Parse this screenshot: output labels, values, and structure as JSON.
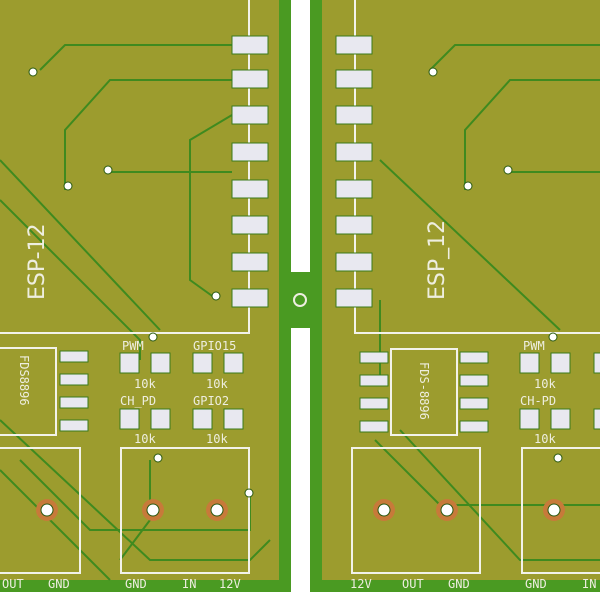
{
  "colors": {
    "board_edge": "#4a9a22",
    "copper_fill": "#9c9c2e",
    "silkscreen": "#f2f2ea",
    "pad": "#e8e8f0",
    "copper_ring": "#c77a3a"
  },
  "left_board": {
    "module_label": "ESP-12",
    "chip_label": "FDS8896",
    "resistors": [
      {
        "name": "PWM",
        "value": "10k"
      },
      {
        "name": "GPIO15",
        "value": "10k"
      },
      {
        "name": "CH_PD",
        "value": "10k"
      },
      {
        "name": "GPIO2",
        "value": "10k"
      }
    ],
    "terminals": [
      "OUT",
      "GND",
      "GND",
      "IN",
      "12V"
    ]
  },
  "right_board": {
    "module_label": "ESP_12",
    "chip_label": "FDS-8896",
    "resistors": [
      {
        "name": "PWM",
        "value": "10k"
      },
      {
        "name": "CH-PD",
        "value": "10k"
      }
    ],
    "terminals": [
      "12V",
      "OUT",
      "GND",
      "GND",
      "IN"
    ]
  }
}
